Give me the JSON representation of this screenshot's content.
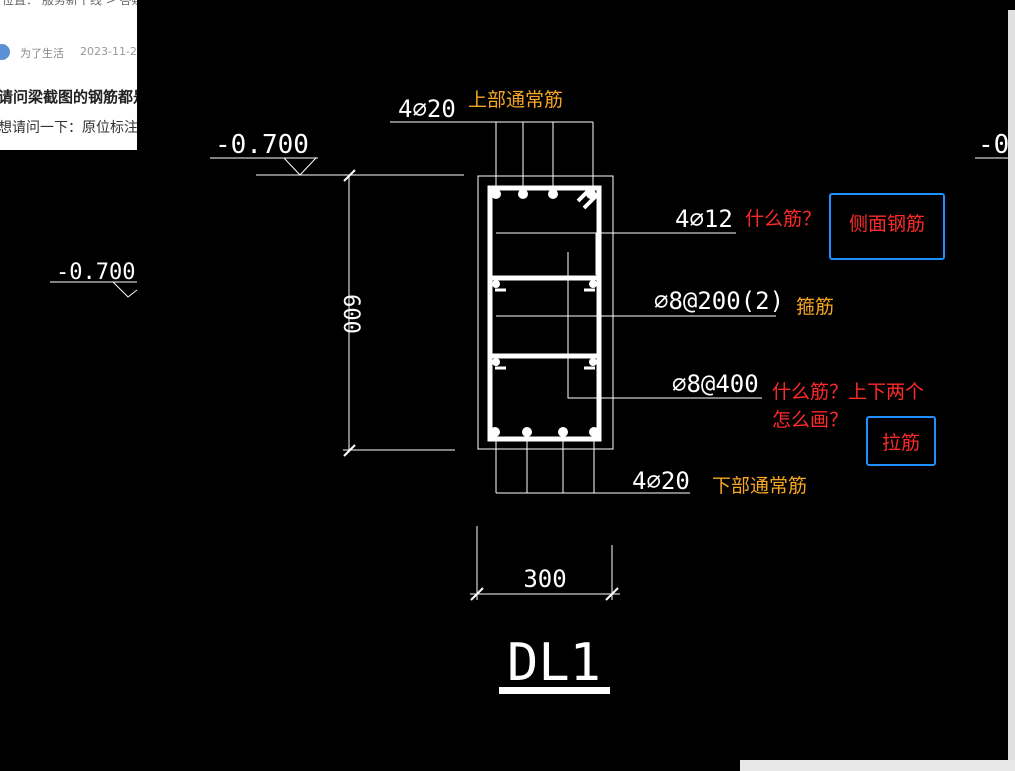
{
  "background_page": {
    "breadcrumb": "位置： 服务新干线 > 答疑解惑 > 问题详情",
    "author": "为了生活",
    "date": "2023-11-2",
    "title": "请问梁截图的钢筋都是",
    "body": "想请问一下：原位标注"
  },
  "drawing": {
    "elevation_main": "-0.700",
    "elevation_left": "-0.700",
    "elevation_right": "-0",
    "height_dim": "600",
    "width_dim": "300",
    "top_rebar": "4⌀20",
    "side_rebar": "4⌀12",
    "stirrup": "⌀8@200(2)",
    "tie_rebar": "⌀8@400",
    "bottom_rebar": "4⌀20",
    "section_name": "DL1"
  },
  "annotations": {
    "top_rebar_label": "上部通常筋",
    "side_question": "什么筋？",
    "side_answer": "侧面钢筋",
    "stirrup_label": "箍筋",
    "tie_question_line1": "什么筋？上下两个",
    "tie_question_line2": "怎么画？",
    "tie_answer": "拉筋",
    "bottom_rebar_label": "下部通常筋"
  },
  "colors": {
    "cad_background": "#000000",
    "cad_lines": "#ffffff",
    "annotation_red": "#ff2a2a",
    "annotation_orange": "#f5a623",
    "box_border": "#1e90ff"
  }
}
